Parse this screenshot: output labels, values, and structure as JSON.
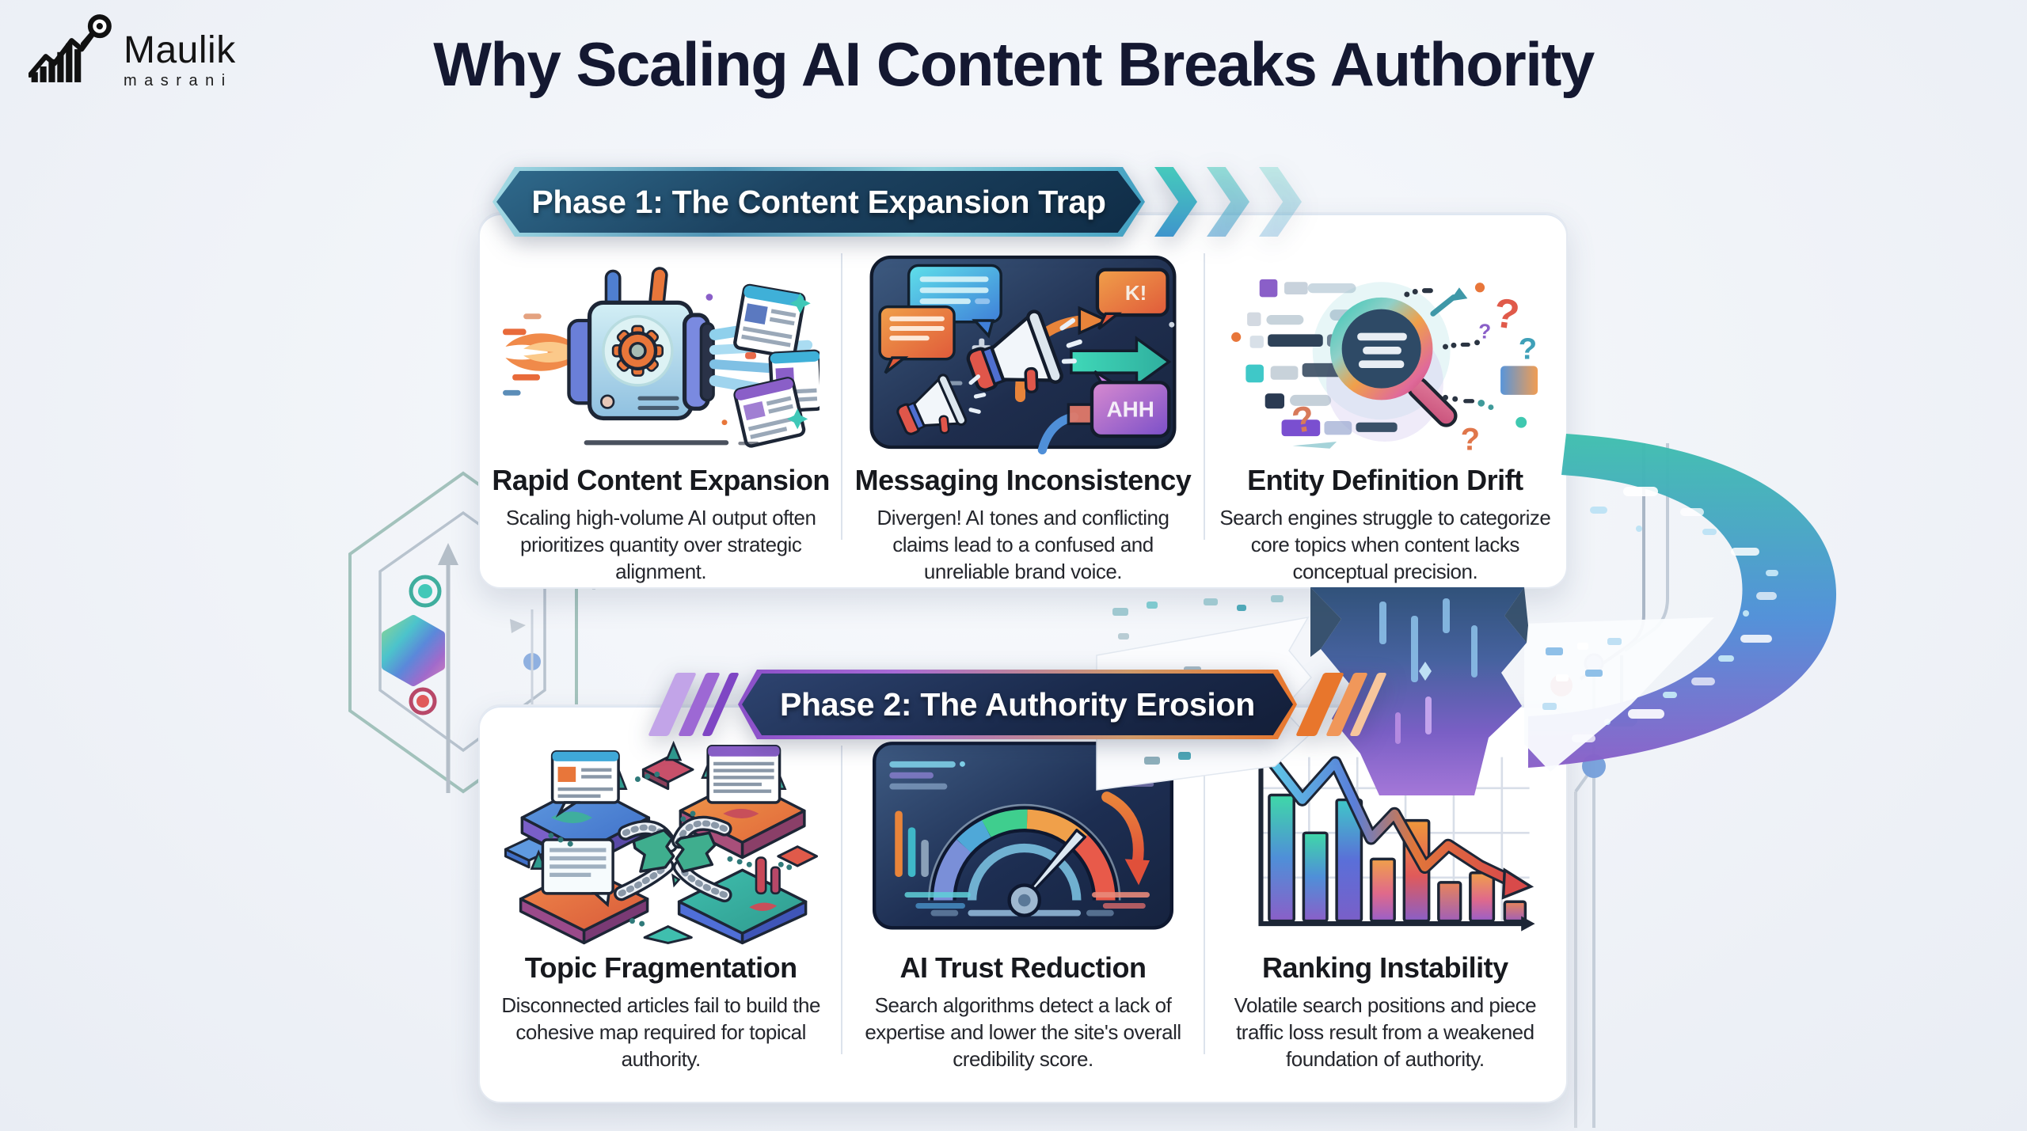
{
  "logo": {
    "first_name": "Maulik",
    "last_name": "masrani",
    "icon": "bar-chart-magnifier"
  },
  "title": "Why Scaling AI Content Breaks Authority",
  "phases": [
    {
      "label": "Phase 1: The Content Expansion Trap",
      "cards": [
        {
          "icon": "content-machine-icon",
          "title": "Rapid Content Expansion",
          "description": "Scaling high-volume AI output often prioritizes quantity over strategic alignment."
        },
        {
          "icon": "megaphones-icon",
          "title": "Messaging Inconsistency",
          "description": "Divergen! AI tones and conflicting claims lead to a confused and unreliable brand voice.",
          "bubble_text_1": "K!",
          "bubble_text_2": "AHH"
        },
        {
          "icon": "entity-magnifier-icon",
          "title": "Entity Definition Drift",
          "description": "Search engines struggle to categorize core topics when content lacks conceptual precision."
        }
      ]
    },
    {
      "label": "Phase 2: The Authority Erosion",
      "cards": [
        {
          "icon": "fragmented-map-icon",
          "title": "Topic Fragmentation",
          "description": "Disconnected articles fail to build the cohesive map required for topical authority."
        },
        {
          "icon": "trust-gauge-icon",
          "title": "AI Trust Reduction",
          "description": "Search algorithms detect a lack of expertise and lower the site's overall credibility score."
        },
        {
          "icon": "ranking-chart-icon",
          "title": "Ranking Instability",
          "description": "Volatile search positions and piece traffic loss result from a weakened foundation of authority."
        }
      ]
    }
  ],
  "colors": {
    "title_text": "#141831",
    "card_bg": "#ffffff",
    "phase1_banner_core": "#1c4260",
    "phase1_banner_edge": "#8fd2de",
    "phase2_banner_core": "#1a2a4c",
    "phase2_left_accent": "#8a4fc8",
    "phase2_right_accent": "#e8762c",
    "accent_teal": "#3fbfae",
    "accent_blue": "#4f8fd8",
    "accent_purple": "#8a5fc8",
    "accent_orange": "#e8843a",
    "accent_red": "#e05a4a"
  }
}
